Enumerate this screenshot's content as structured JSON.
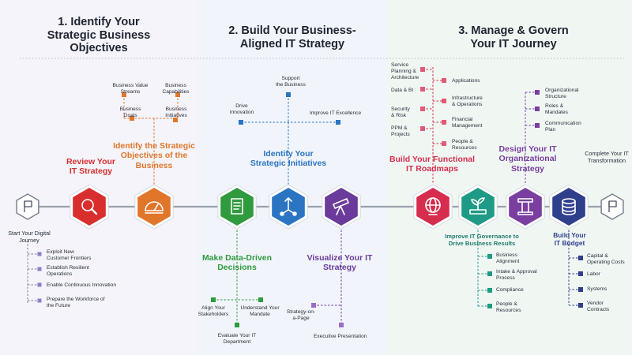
{
  "phases": [
    {
      "title_l1": "1. Identify Your",
      "title_l2": "Strategic Business",
      "title_l3": "Objectives"
    },
    {
      "title_l1": "2. Build Your Business-",
      "title_l2": "Aligned IT Strategy"
    },
    {
      "title_l1": "3. Manage & Govern",
      "title_l2": "Your IT Journey"
    }
  ],
  "colors": {
    "red": "#d92e2e",
    "orange": "#e0762a",
    "green": "#2f9a3e",
    "blue": "#2a74c2",
    "purple": "#6a3b9a",
    "crimson": "#d62d4e",
    "teal": "#1f9a86",
    "violet": "#7a3ea0",
    "navy": "#2f3f8c",
    "grey": "#7b8190",
    "line": "#9aa0ab"
  },
  "start": {
    "l1": "Start Your Digital",
    "l2": "Journey",
    "icon": "flag-icon"
  },
  "end": {
    "l1": "Complete Your IT",
    "l2": "Transformation",
    "icon": "flag-icon"
  },
  "start_items": [
    {
      "l1": "Exploit New",
      "l2": "Customer Frontiers"
    },
    {
      "l1": "Establish Resilient",
      "l2": "Operations"
    },
    {
      "l1": "Enable Continuous Innovation",
      "l2": ""
    },
    {
      "l1": "Prepare the Workforce of",
      "l2": "the Future"
    }
  ],
  "review": {
    "l1": "Review Your",
    "l2": "IT Strategy",
    "icon": "magnifier-icon"
  },
  "identify_objectives": {
    "l1": "Identify the Strategic",
    "l2": "Objectives of the",
    "l3": "Business",
    "icon": "protractor-icon",
    "sub": {
      "value_streams": {
        "l1": "Business Value",
        "l2": "Streams"
      },
      "capabilities": {
        "l1": "Business",
        "l2": "Capabilities"
      },
      "goals": {
        "l1": "Business",
        "l2": "Goals"
      },
      "initiatives": {
        "l1": "Business",
        "l2": "Initiatives"
      }
    }
  },
  "decisions": {
    "l1": "Make Data-Driven",
    "l2": "Decisions",
    "icon": "document-icon",
    "sub": {
      "align": {
        "l1": "Align Your",
        "l2": "Stakeholders"
      },
      "mandate": {
        "l1": "Understand Your",
        "l2": "Mandate"
      },
      "evaluate": {
        "l1": "Evaluate Your IT",
        "l2": "Department"
      }
    }
  },
  "initiatives": {
    "l1": "Identify Your",
    "l2": "Strategic Initiatives",
    "icon": "network-icon",
    "sub": {
      "support": {
        "l1": "Support",
        "l2": "the Business"
      },
      "drive": {
        "l1": "Drive",
        "l2": "Innovation"
      },
      "excellence": {
        "l1": "Improve IT Excellence"
      }
    }
  },
  "visualize": {
    "l1": "Visualize Your IT",
    "l2": "Strategy",
    "icon": "telescope-icon",
    "sub": {
      "page": {
        "l1": "Strategy-on-",
        "l2": "a-Page"
      },
      "exec": {
        "l1": "Executive Presentation"
      }
    }
  },
  "roadmaps": {
    "l1": "Build Your Functional",
    "l2": "IT Roadmaps",
    "icon": "globe-icon",
    "left": [
      {
        "l1": "Service",
        "l2": "Planning &",
        "l3": "Architecture"
      },
      {
        "l1": "Data & BI"
      },
      {
        "l1": "Security",
        "l2": "& Risk"
      },
      {
        "l1": "PPM &",
        "l2": "Projects"
      }
    ],
    "right": [
      {
        "l1": "Applications"
      },
      {
        "l1": "Infrastructure",
        "l2": "& Operations"
      },
      {
        "l1": "Financial",
        "l2": "Management"
      },
      {
        "l1": "People &",
        "l2": "Resources"
      }
    ]
  },
  "governance": {
    "l1": "Improve IT Governance to",
    "l2": "Drive Business Results",
    "icon": "plant-icon",
    "items": [
      {
        "l1": "Business",
        "l2": "Alignment"
      },
      {
        "l1": "Intake & Approval",
        "l2": "Process"
      },
      {
        "l1": "Compliance"
      },
      {
        "l1": "People &",
        "l2": "Resources"
      }
    ]
  },
  "org": {
    "l1": "Design Your IT",
    "l2": "Organizational",
    "l3": "Strategy",
    "icon": "pillar-icon",
    "items": [
      {
        "l1": "Organizational",
        "l2": "Structure"
      },
      {
        "l1": "Roles &",
        "l2": "Mandates"
      },
      {
        "l1": "Communication",
        "l2": "Plan"
      }
    ]
  },
  "budget": {
    "l1": "Build Your",
    "l2": "IT Budget",
    "icon": "coins-icon",
    "items": [
      {
        "l1": "Capital &",
        "l2": "Operating Costs"
      },
      {
        "l1": "Labor"
      },
      {
        "l1": "Systems"
      },
      {
        "l1": "Vendor",
        "l2": "Contracts"
      }
    ]
  }
}
